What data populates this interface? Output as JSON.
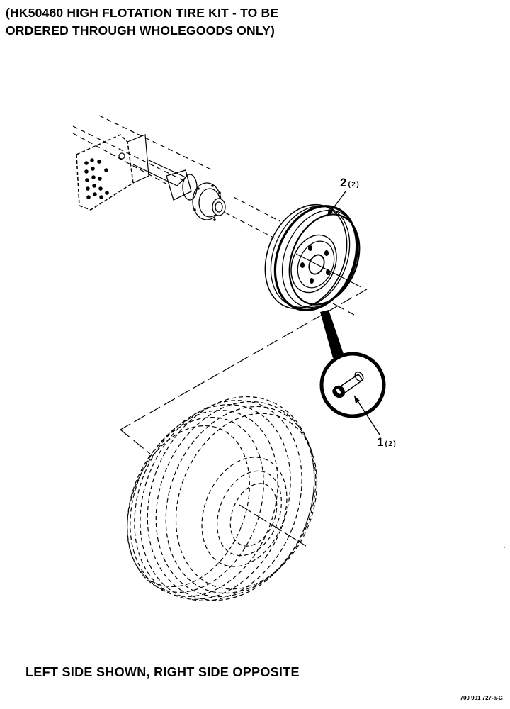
{
  "header": {
    "line1": "(HK50460 HIGH FLOTATION TIRE KIT - TO BE",
    "line2": "ORDERED THROUGH WHOLEGOODS ONLY)"
  },
  "callouts": [
    {
      "item": "2",
      "qty": "(2)"
    },
    {
      "item": "1",
      "qty": "(2)"
    }
  ],
  "caption": "LEFT SIDE SHOWN, RIGHT SIDE OPPOSITE",
  "doc_number": "700 901 727-a-G"
}
